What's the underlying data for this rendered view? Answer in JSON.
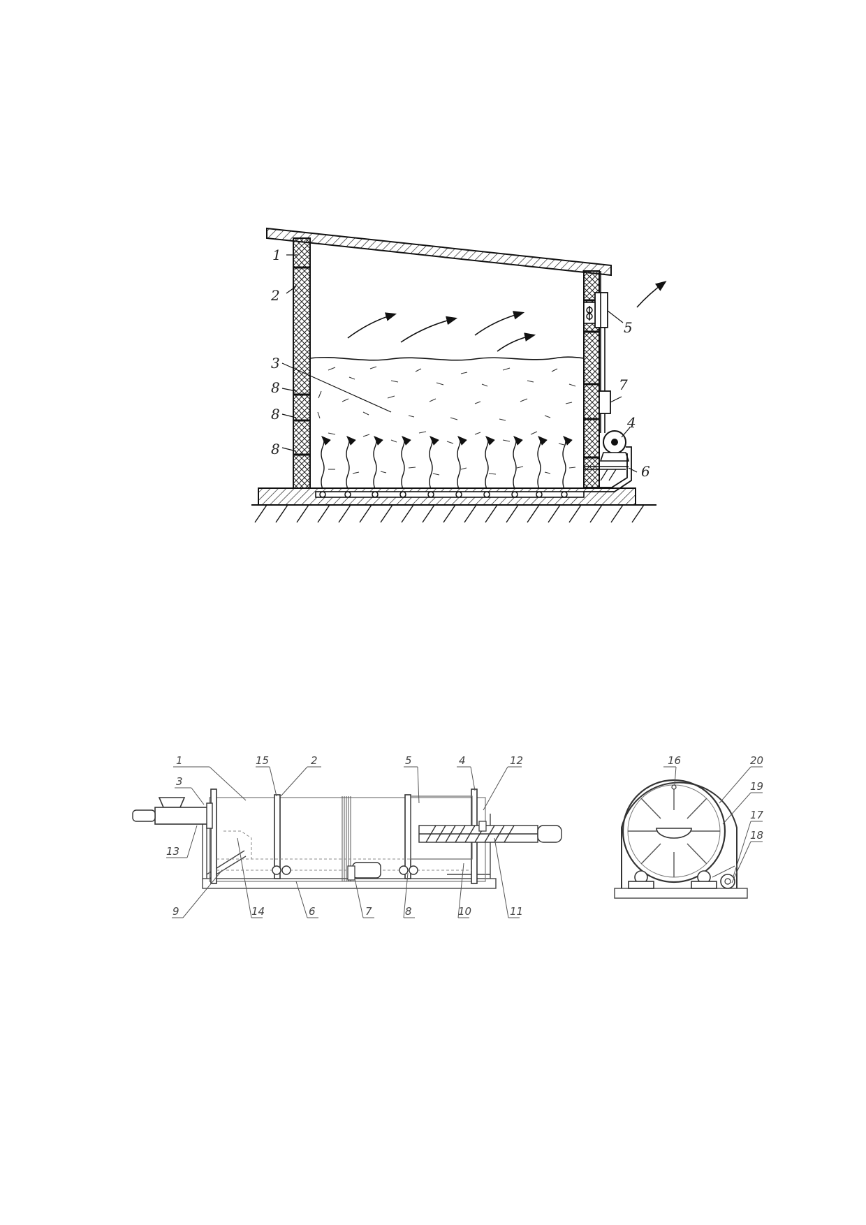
{
  "figure1": {
    "callouts": {
      "c1": "1",
      "c2": "2",
      "c3": "3",
      "c8a": "8",
      "c8b": "8",
      "c8c": "8",
      "c5": "5",
      "c7": "7",
      "c4": "4",
      "c6": "6"
    }
  },
  "figure2": {
    "callouts": {
      "c1": "1",
      "c15": "15",
      "c2": "2",
      "c5": "5",
      "c4": "4",
      "c12": "12",
      "c3": "3",
      "c13": "13",
      "c9": "9",
      "c14": "14",
      "c6": "6",
      "c7": "7",
      "c8": "8",
      "c10": "10",
      "c11": "11"
    }
  },
  "figure3": {
    "callouts": {
      "c16": "16",
      "c20": "20",
      "c19": "19",
      "c17": "17",
      "c18": "18"
    }
  }
}
